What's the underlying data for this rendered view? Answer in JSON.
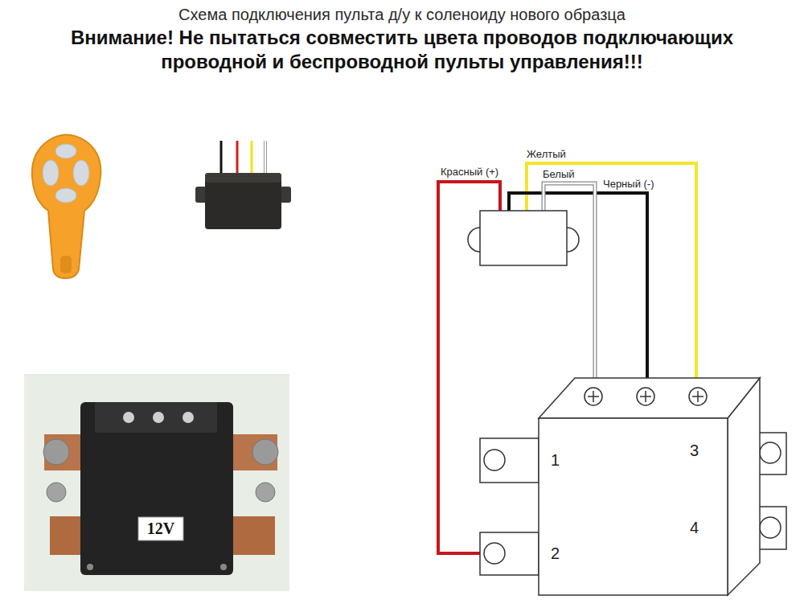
{
  "diagram": {
    "title": "Схема подключения пульта д/у к соленоиду нового образца",
    "labels": [
      "Внимание! Не пытаться совместить цвета проводов подключающих проводной и беспроводной пульты управления!!!",
      "Красный (+)",
      "Желтый",
      "Белый",
      "Черный (-)",
      "1",
      "3",
      "4",
      "2",
      "12V"
    ]
  }
}
